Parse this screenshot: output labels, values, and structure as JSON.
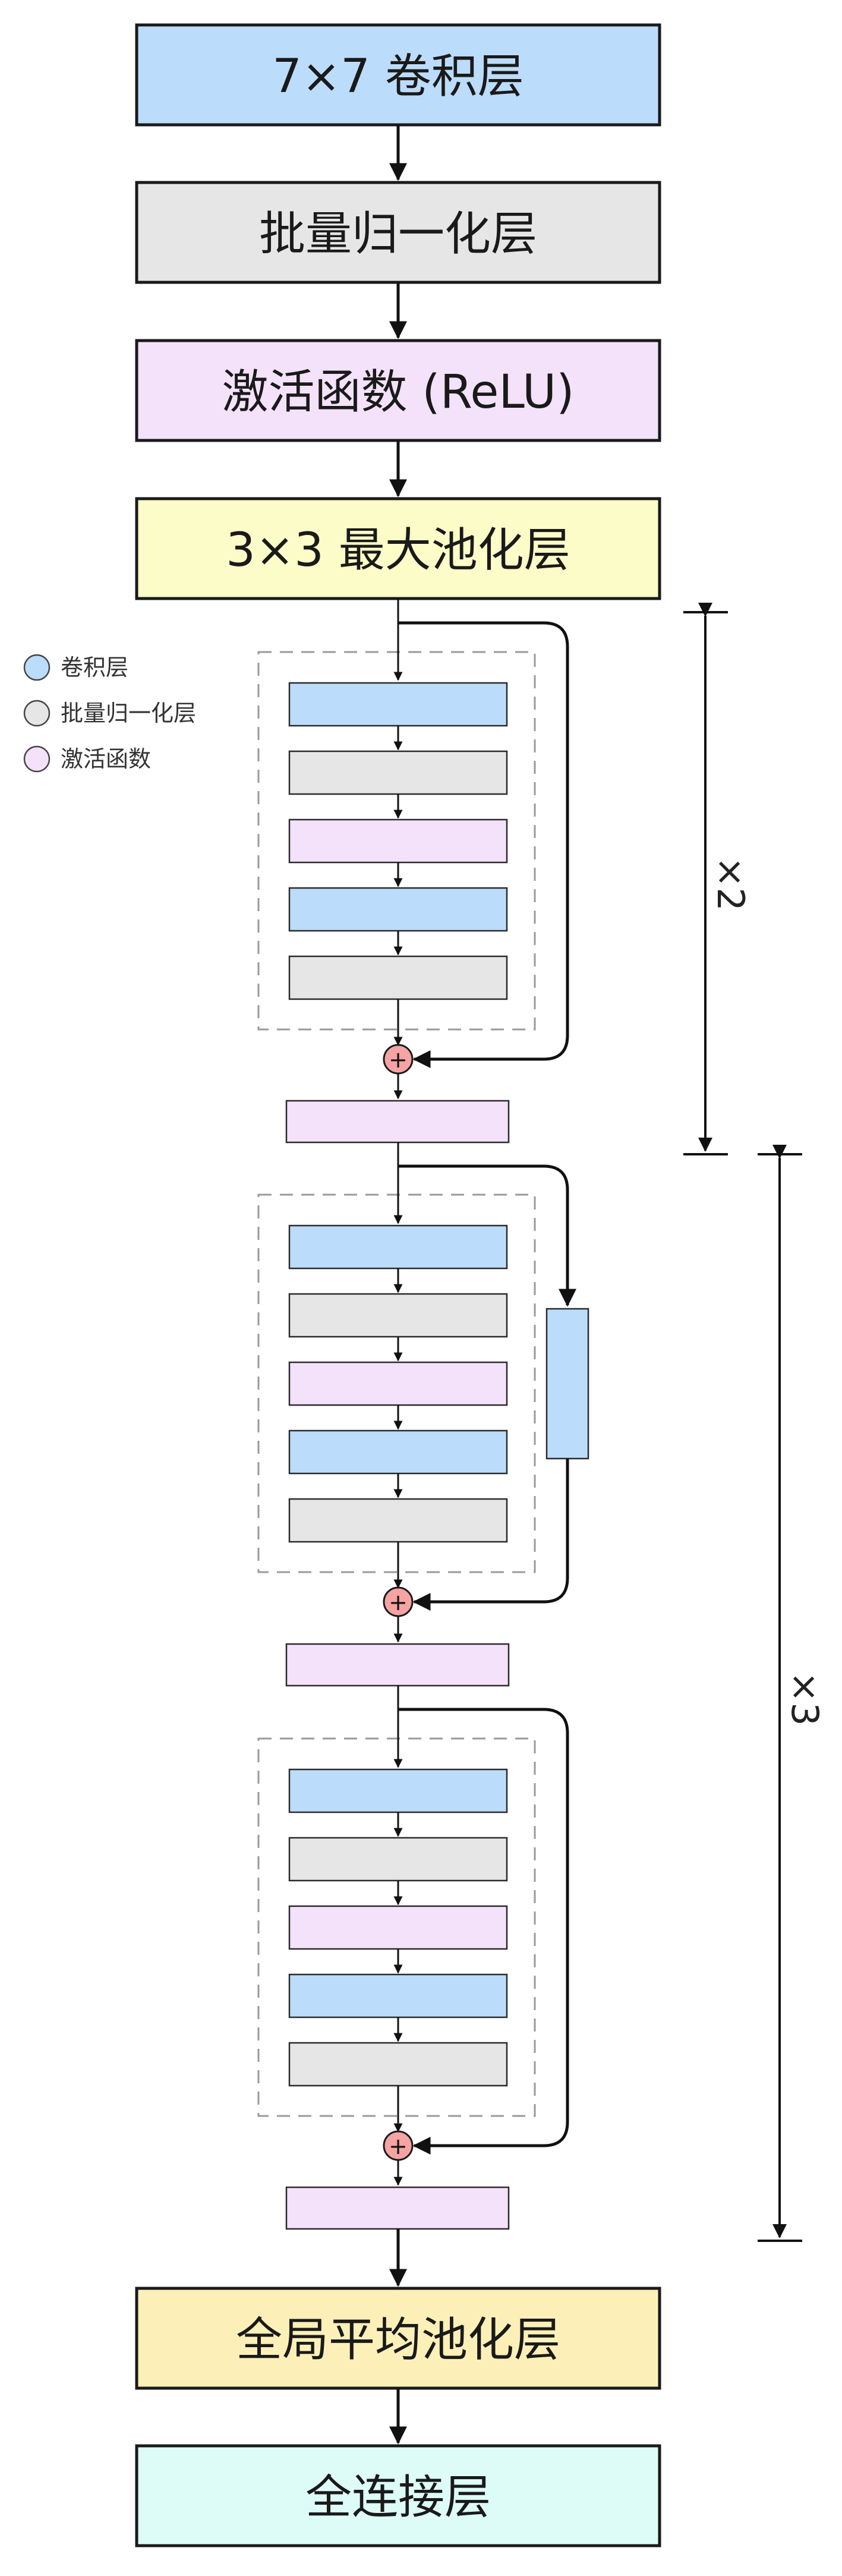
{
  "diagram": {
    "blocks": {
      "conv7": "7×7 卷积层",
      "bn": "批量归一化层",
      "relu": "激活函数 (ReLU)",
      "maxpool": "3×3 最大池化层",
      "avgpool": "全局平均池化层",
      "fc": "全连接层"
    },
    "legend": [
      {
        "label": "卷积层",
        "color": "#bcdcfb"
      },
      {
        "label": "批量归一化层",
        "color": "#e6e6e6"
      },
      {
        "label": "激活函数",
        "color": "#f4e2fb"
      }
    ],
    "repeats": {
      "first": "×2",
      "second": "×3"
    },
    "add_symbol": "+",
    "colors": {
      "conv": "#bcdcfb",
      "bn": "#e6e6e6",
      "relu": "#f4e2fb",
      "pool": "#fbfcc7",
      "avgpool": "#fcf0b8",
      "fc": "#ddfcf7",
      "add": "#f6a3a3"
    }
  }
}
